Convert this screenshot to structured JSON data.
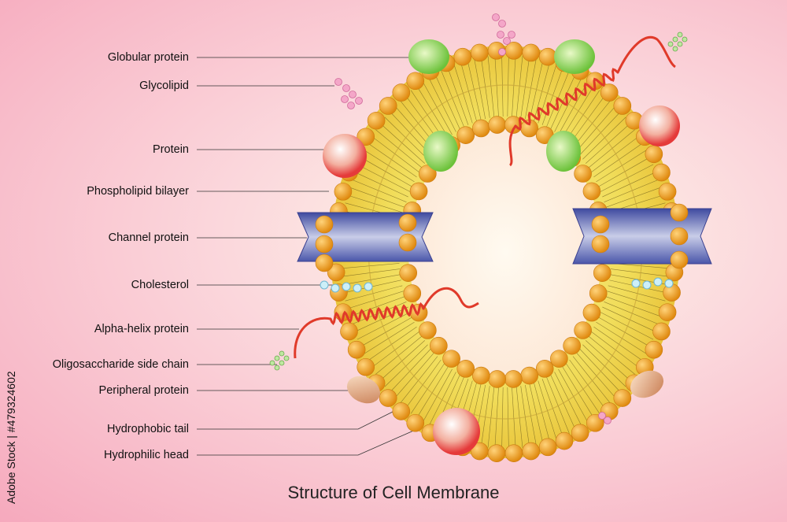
{
  "title": "Structure of Cell Membrane",
  "stock_id": "Adobe Stock | #479324602",
  "labels": [
    "Globular protein",
    "Glycolipid",
    "Protein",
    "Phospholipid bilayer",
    "Channel protein",
    "Cholesterol",
    "Alpha-helix protein",
    "Oligosaccharide side chain",
    "Peripheral protein",
    "Hydrophobic tail",
    "Hydrophilic head"
  ],
  "colors": {
    "background": "#f6a9bd",
    "head": "#f0a020",
    "tail": "#f1e26a",
    "channel": "#6f78bd",
    "globular": "#8fd45a",
    "helix": "#e03a2a",
    "glycolipid": "#f4a6c8"
  }
}
